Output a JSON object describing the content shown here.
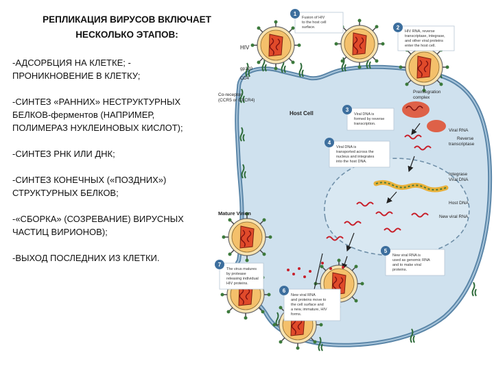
{
  "slide": {
    "title_line1": "РЕПЛИКАЦИЯ ВИРУСОВ ВКЛЮЧАЕТ",
    "title_line2": "НЕСКОЛЬКО ЭТАПОВ:",
    "steps": [
      {
        "line1": "-АДСОРБЦИЯ НА КЛЕТКЕ; -",
        "line2": "ПРОНИКНОВЕНИЕ В КЛЕТКУ;"
      },
      {
        "line1": "-СИНТЕЗ «РАННИХ» НЕСТРУКТУРНЫХ",
        "line2": "БЕЛКОВ-ферментов (НАПРИМЕР,",
        "line3": "ПОЛИМЕРАЗ НУКЛЕИНОВЫХ КИСЛОТ);"
      },
      {
        "line1": "-СИНТЕЗ РНК ИЛИ ДНК;"
      },
      {
        "line1": "-СИНТЕЗ КОНЕЧНЫХ («ПОЗДНИХ»)",
        "line2": "СТРУКТУРНЫХ БЕЛКОВ;"
      },
      {
        "line1": "-«СБОРКА» (СОЗРЕВАНИЕ) ВИРУСНЫХ",
        "line2": "ЧАСТИЦ ВИРИОНОВ);"
      },
      {
        "line1": "-ВЫХОД ПОСЛЕДНИХ ИЗ КЛЕТКИ."
      }
    ]
  },
  "diagram": {
    "labels": {
      "hiv": "HIV",
      "gp120": "gp120",
      "cd4": "CD4",
      "coreceptor": "Co-receptor",
      "coreceptor_detail": "(CCR5 or CXCR4)",
      "host_cell": "Host Cell",
      "preintegration_line1": "Preintegration",
      "preintegration_line2": "complex",
      "viral_rna": "Viral RNA",
      "reverse_line1": "Reverse",
      "reverse_line2": "transcriptase",
      "integrase": "Integrase",
      "viral_dna": "Viral DNA",
      "host_dna": "Host DNA",
      "new_viral_rna": "New viral RNA",
      "mature_virion": "Mature Virion"
    },
    "callouts": [
      {
        "num": "1",
        "line1": "Fusion of HIV",
        "line2": "to the host cell",
        "line3": "surface."
      },
      {
        "num": "2",
        "line1": "HIV RNA, reverse",
        "line2": "transcriptase, integrase,",
        "line3": "and other viral proteins",
        "line4": "enter the host cell."
      },
      {
        "num": "3",
        "line1": "Viral DNA is",
        "line2": "formed by reverse",
        "line3": "transcription."
      },
      {
        "num": "4",
        "line1": "Viral DNA is",
        "line2": "transported across the",
        "line3": "nucleus and integrates",
        "line4": "into the host DNA."
      },
      {
        "num": "5",
        "line1": "New viral RNA is",
        "line2": "used as genomic RNA",
        "line3": "and to make viral",
        "line4": "proteins."
      },
      {
        "num": "6",
        "line1": "New viral RNA",
        "line2": "and proteins move to",
        "line3": "the cell surface and",
        "line4": "a new, immature, HIV",
        "line5": "forms."
      },
      {
        "num": "7",
        "line1": "The virus matures",
        "line2": "by protease",
        "line3": "releasing individual",
        "line4": "HIV proteins."
      }
    ],
    "colors": {
      "cytoplasm": "#cfe1ee",
      "membrane": "#5b86a8",
      "nucleus_border": "#6f8fa8",
      "rna": "#c8202b",
      "dna_strand": "#e8b13a",
      "virion_fill": "#f4c06b",
      "virion_core": "#e04a2a",
      "callout_number": "#3d6f9e"
    }
  }
}
